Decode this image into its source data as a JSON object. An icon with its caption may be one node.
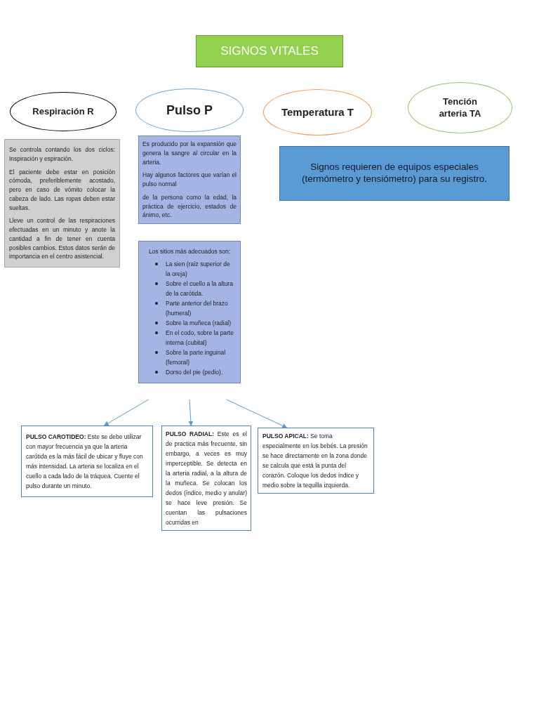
{
  "diagram": {
    "nodes": [
      {
        "text": [
          "SIGNOS VITALES"
        ]
      },
      {
        "text": [
          "Respiración R"
        ]
      },
      {
        "text": [
          "Pulso P"
        ]
      },
      {
        "text": [
          "Temperatura T"
        ]
      },
      {
        "text": [
          "Tención arteria TA"
        ]
      },
      {
        "text": [
          "Se controla contando los dos ciclos: Inspiración y espiración.",
          "El paciente debe estar en posición cómoda, preferiblemente acostado, pero en caso de vómito colocar la cabeza de lado. Las ropas deben estar sueltas.",
          "Lleve un control de las respiraciones efectuadas en un minuto y anote la cantidad a fin de tener en cuenta posibles cambios. Estos datos serán de importancia en el centro asistencial."
        ]
      },
      {
        "text": [
          "Es producido por la expansión que genera la sangre al circular en la arteria.",
          "Hay algunos factores que varían el pulso normal",
          "de la persona como la edad, la práctica de ejercicio, estados de ánimo, etc."
        ]
      },
      {
        "text": [
          "Los sitios más adecuados son:",
          "La sien (raíz superior de la oreja)",
          "Sobre el cuello a la altura de la carótida.",
          "Parte anterior del brazo (humeral)",
          "Sobre la muñeca (radial)",
          "En el codo, sobre la parte interna (cubital)",
          "Sobre la parte inguinal (femoral)",
          "Dorso del pie (pedio)."
        ]
      },
      {
        "text": [
          "Signos requieren de equipos especiales (termómetro y tensiómetro) para su registro."
        ]
      },
      {
        "text": [
          "**PULSO CAROTIDEO:** Este se debe utilizar con mayor frecuencia ya que la arteria carótida es la más fácil de ubicar y fluye con más intensidad. La arteria se localiza en el cuello a cada lado de la tráquea. Cuente el pulso durante un minuto."
        ]
      },
      {
        "text": [
          "**PULSO RADIAL:** Este es el de practica más frecuente, sin embargo, a veces es muy imperceptible. Se detecta en la arteria radial, a la altura de la muñeca. Se colocan los dedos (índice, medio y anular) se hace leve presión. Se cuentan las pulsaciones ocurridas en"
        ]
      },
      {
        "text": [
          "**PULSO APICAL:** Se toma especialmente en los bebés. La presión se hace directamente en la zona donde se calcula que está la punta del corazón. Coloque los dedos índice y medio sobre la tequilla izquierda."
        ]
      }
    ],
    "edges": [
      {
        "from": 7,
        "to": 9,
        "arrow": "to"
      },
      {
        "from": 7,
        "to": 10,
        "arrow": "to"
      },
      {
        "from": 7,
        "to": 11,
        "arrow": "to"
      }
    ]
  }
}
